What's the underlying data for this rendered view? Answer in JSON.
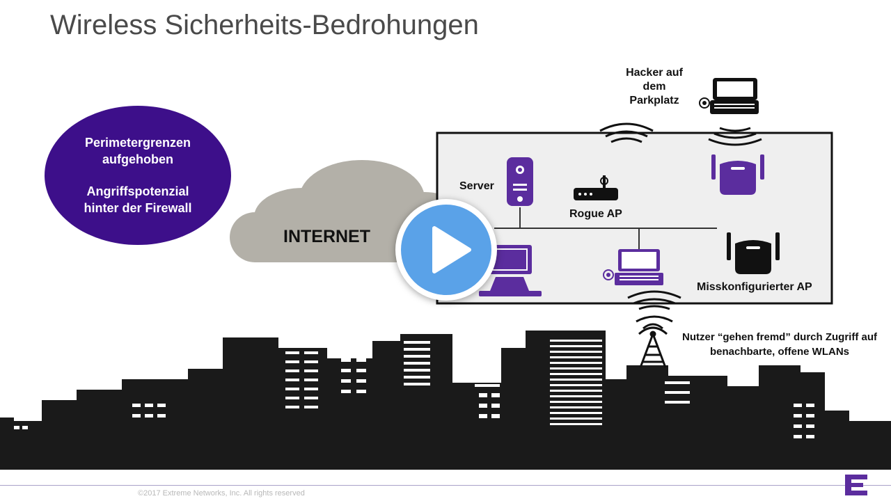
{
  "slide": {
    "title": "Wireless Sicherheits-Bedrohungen",
    "footer": "©2017 Extreme Networks, Inc.  All rights reserved"
  },
  "oval": {
    "line1": "Perimetergrenzen aufgehoben",
    "line2": "Angriffspotenzial hinter der Firewall"
  },
  "diagram": {
    "internet": "INTERNET",
    "hacker": "Hacker auf dem Parkplatz",
    "server": "Server",
    "rogue_ap": "Rogue AP",
    "misconfigured_ap": "Misskonfigurierter AP",
    "users_note": "Nutzer “gehen fremd” durch  Zugriff auf benachbarte, offene WLANs"
  },
  "colors": {
    "purple": "#5b2d9e",
    "oval": "#3d0f8a",
    "cloud": "#b3b0a8",
    "skyline": "#1a1a1a",
    "play": "#5aa2e8"
  },
  "icons": [
    "server-icon",
    "router-icon",
    "access-point-icon",
    "laptop-icon",
    "desktop-icon",
    "wifi-waves-icon",
    "radio-tower-icon",
    "play-icon",
    "extreme-logo"
  ]
}
